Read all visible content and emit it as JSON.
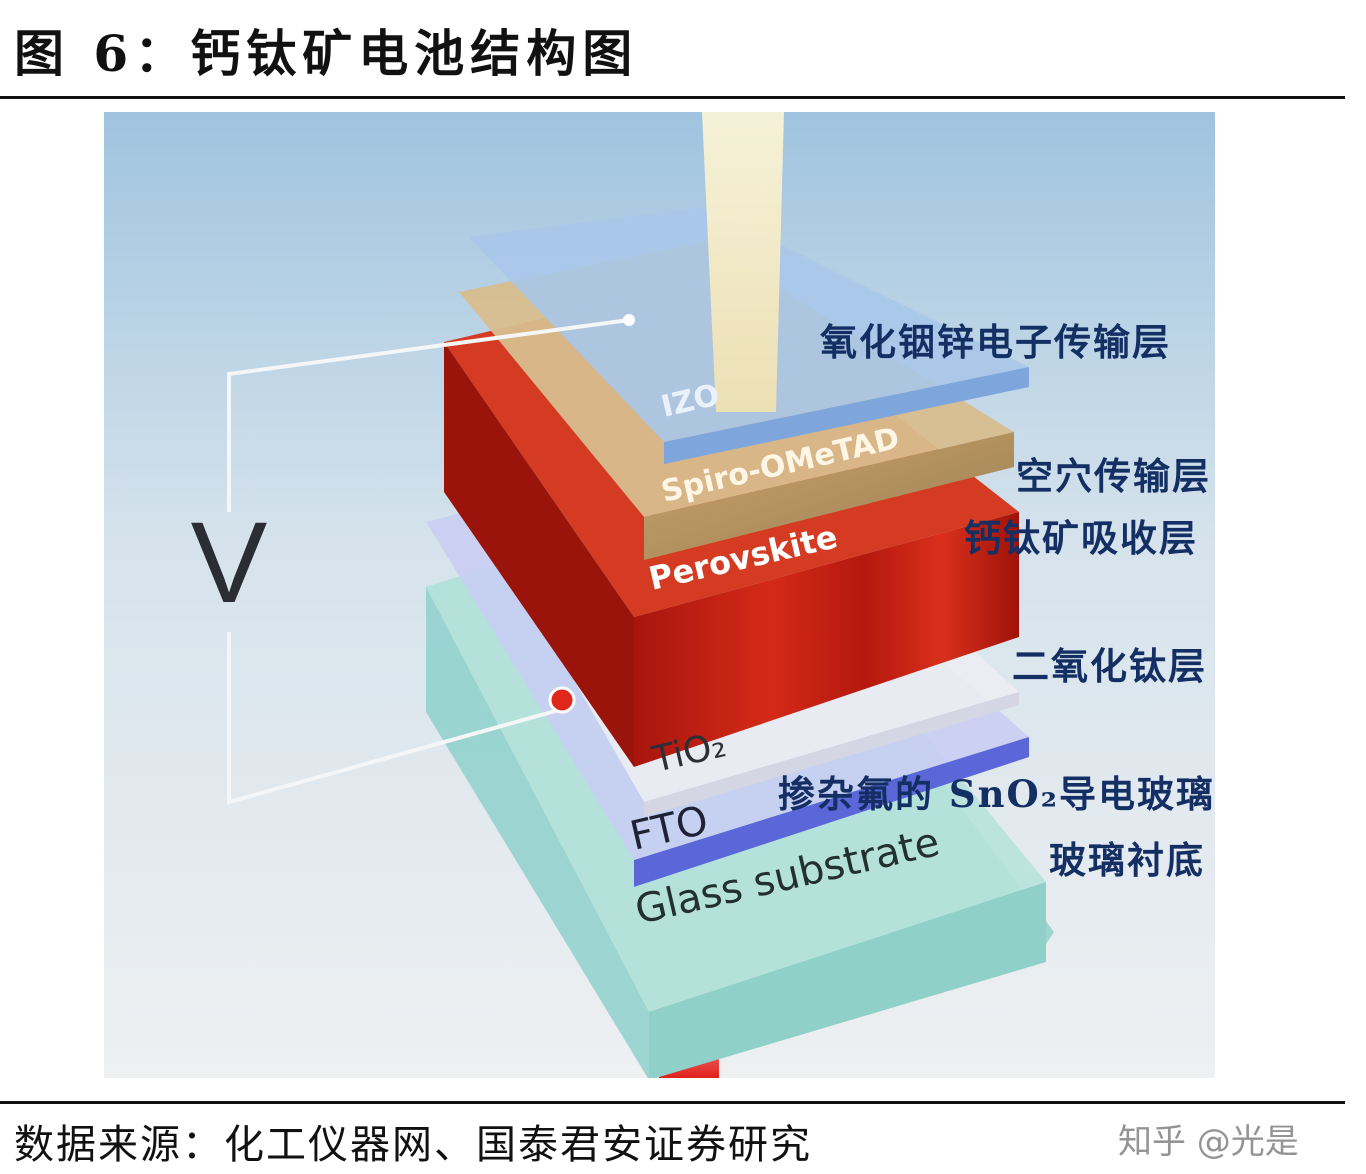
{
  "figure": {
    "title": "图 6：钙钛矿电池结构图",
    "source": "数据来源：化工仪器网、国泰君安证券研究",
    "watermark": "知乎 @光是"
  },
  "diagram": {
    "voltage_symbol": "V",
    "layers": [
      {
        "id": "izo",
        "label": "IZO",
        "annotation": "氧化铟锌电子传输层"
      },
      {
        "id": "spiro",
        "label": "Spiro-OMeTAD",
        "annotation": "空穴传输层"
      },
      {
        "id": "perovskite",
        "label": "Perovskite",
        "annotation": "钙钛矿吸收层"
      },
      {
        "id": "tio2",
        "label": "TiO₂",
        "annotation": "二氧化钛层"
      },
      {
        "id": "fto",
        "label": "FTO",
        "annotation": "掺杂氟的 SnO₂导电玻璃"
      },
      {
        "id": "glass",
        "label": "Glass substrate",
        "annotation": "玻璃衬底"
      }
    ],
    "colors": {
      "annotation_text": "#142f63",
      "perovskite": "#c0190f",
      "izo": "#8fb3e0",
      "fto": "#6a75d6",
      "glass": "#a9dcd6"
    }
  }
}
